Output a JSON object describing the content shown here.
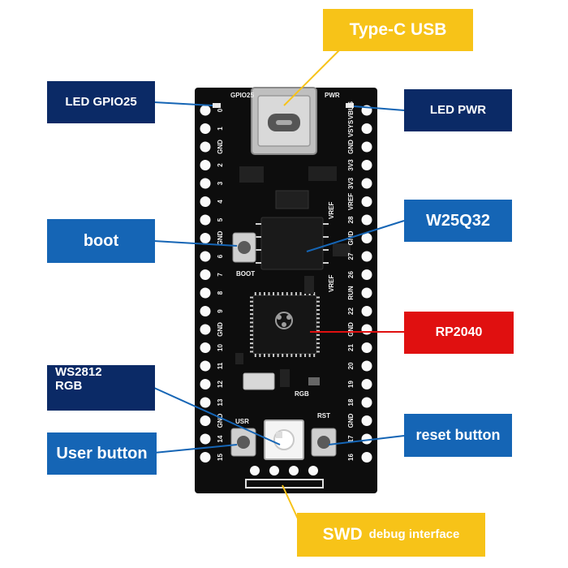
{
  "colors": {
    "navy": "#0b2a66",
    "blue": "#1565b5",
    "red": "#e01010",
    "yellow": "#f7c318",
    "board": "#0d0d0d",
    "silkscreen": "#f2f2f2",
    "leader_blue": "#1565b5",
    "leader_yellow": "#f7c318"
  },
  "callouts": {
    "usb": "Type-C USB",
    "led_gpio25": "LED GPIO25",
    "led_pwr": "LED PWR",
    "boot": "boot",
    "w25q32": "W25Q32",
    "rp2040": "RP2040",
    "ws2812_line1": "WS2812",
    "ws2812_line2": "RGB",
    "user_button": "User button",
    "reset_button": "reset button",
    "swd_main": "SWD",
    "swd_sub": "debug interface"
  },
  "board": {
    "labels": {
      "gpio25": "GPIO25",
      "pwr": "PWR",
      "boot": "BOOT",
      "usr": "USR",
      "rst": "RST",
      "rgb": "RGB",
      "vref1": "VREF",
      "vref2": "VREF"
    },
    "left_pins": [
      "0",
      "1",
      "GND",
      "2",
      "3",
      "4",
      "5",
      "GND",
      "6",
      "7",
      "8",
      "9",
      "GND",
      "10",
      "11",
      "12",
      "13",
      "GND",
      "14",
      "15"
    ],
    "right_pins": [
      "VBUS",
      "VSYS",
      "GND",
      "3V3",
      "3V3",
      "VREF",
      "28",
      "GND",
      "27",
      "26",
      "RUN",
      "22",
      "GND",
      "21",
      "20",
      "19",
      "18",
      "GND",
      "17",
      "16"
    ]
  }
}
